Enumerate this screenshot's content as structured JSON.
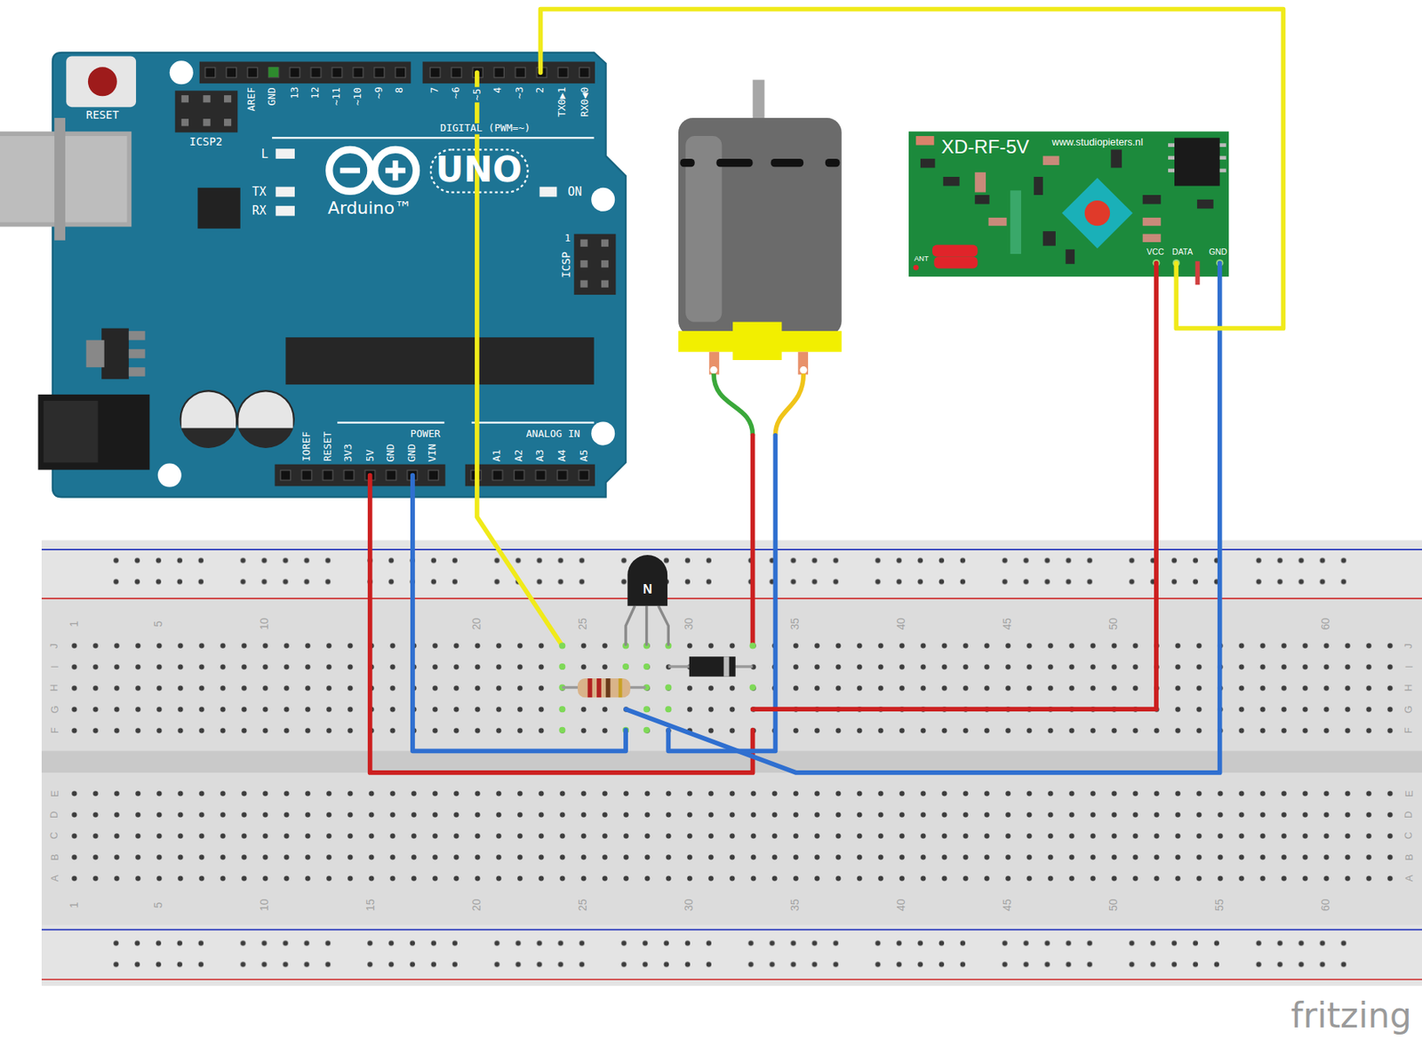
{
  "diagram": {
    "nodes": [
      {
        "text": [
          "UNO",
          "Arduino™"
        ]
      },
      {
        "text": [
          "XD-RF-5V",
          "www.studiopieters.nl"
        ]
      }
    ],
    "edges": [
      {
        "from": 0,
        "to": 1,
        "arrow": "none"
      }
    ],
    "labels": [
      "RESET",
      "ICSP2",
      "AREF",
      "GND",
      "13",
      "12",
      "~11",
      "~10",
      "~9",
      "8",
      "7",
      "~6",
      "~5",
      "4",
      "~3",
      "2",
      "TX0▶1",
      "RX0◀0",
      "DIGITAL (PWM=~)",
      "L",
      "TX",
      "RX",
      "ON",
      "1",
      "ICSP",
      "IOREF",
      "RESET",
      "3V3",
      "5V",
      "GND",
      "GND",
      "VIN",
      "POWER",
      "ANALOG IN",
      "A1",
      "A2",
      "A3",
      "A4",
      "A5",
      "ANT",
      "VCC",
      "DATA",
      "GND",
      "N",
      "1",
      "5",
      "10",
      "20",
      "25",
      "30",
      "35",
      "40",
      "45",
      "50",
      "60",
      "1",
      "5",
      "10",
      "15",
      "20",
      "25",
      "30",
      "35",
      "40",
      "45",
      "50",
      "55",
      "60",
      "J",
      "I",
      "H",
      "G",
      "F",
      "J",
      "I",
      "H",
      "G",
      "F",
      "E",
      "D",
      "C",
      "B",
      "A",
      "E",
      "D",
      "C",
      "B",
      "A",
      "fritzing"
    ]
  }
}
